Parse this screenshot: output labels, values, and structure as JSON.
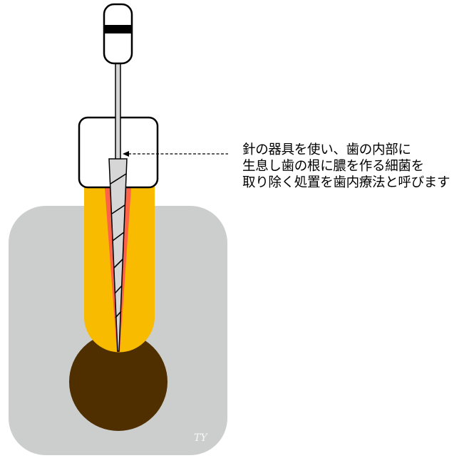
{
  "diagram": {
    "title": "歯内療法 (root canal treatment) illustration",
    "caption_lines": [
      "針の器具を使い、歯の内部に",
      "生息し歯の根に膿を作る細菌を",
      "取り除く処置を歯内療法と呼びます"
    ],
    "signature": "TY",
    "parts": {
      "instrument_handle": "file-handle",
      "instrument_shaft": "file-shaft",
      "instrument_tip": "file-tip",
      "crown": "tooth-crown",
      "root": "tooth-root",
      "root_canal": "root-canal",
      "abscess": "periapical-lesion",
      "bone": "jaw-bone"
    },
    "colors": {
      "bone": "#cccdcd",
      "root": "#f9bb00",
      "canal": "#ff6347",
      "abscess": "#4f2e00",
      "file": "#d6d6d6",
      "outline": "#000000",
      "crown": "#ffffff"
    }
  }
}
